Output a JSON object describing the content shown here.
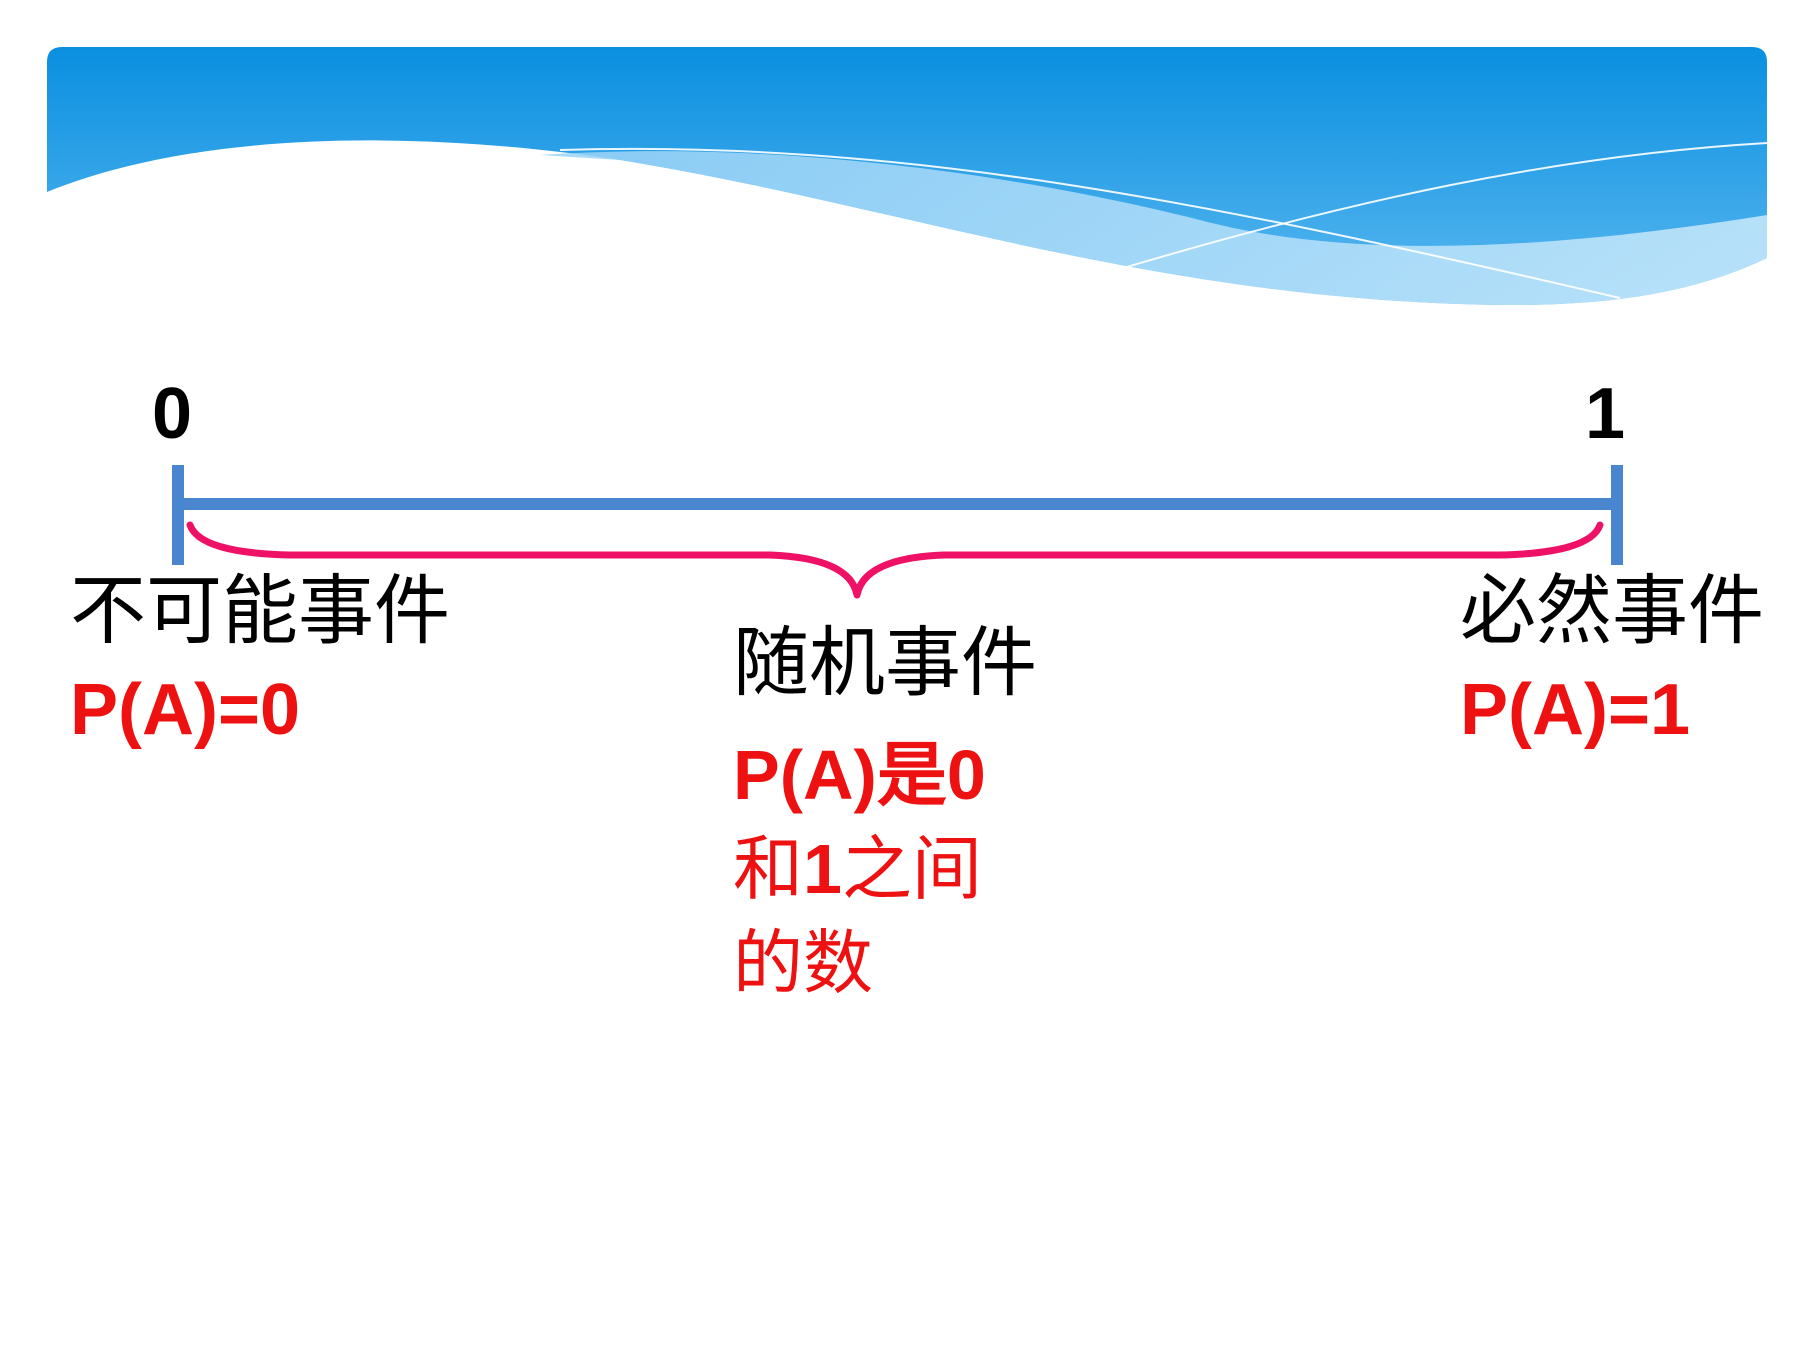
{
  "number_line": {
    "start_label": "0",
    "end_label": "1",
    "line_color": "#4a86d0",
    "brace_color": "#ee1166"
  },
  "impossible_event": {
    "name": "不可能事件",
    "probability": "P(A)=0"
  },
  "certain_event": {
    "name": "必然事件",
    "probability": "P(A)=1"
  },
  "random_event": {
    "name": "随机事件",
    "prob_prefix": "P(A)",
    "prob_word": "是",
    "prob_zero": "0",
    "line2_word1": "和",
    "line2_one": "1",
    "line2_word2": "之间",
    "line3": "的数"
  },
  "colors": {
    "probability_text": "#ee1111",
    "banner_blue": "#1a8fdc"
  }
}
